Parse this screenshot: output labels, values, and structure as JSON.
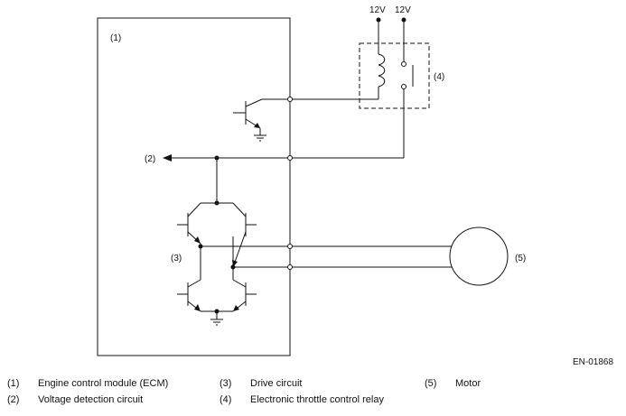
{
  "diagram": {
    "supply_left": "12V",
    "supply_right": "12V",
    "ecm_label": "(1)",
    "output_label": "(2)",
    "drive_label": "(3)",
    "relay_label": "(4)",
    "motor_label": "(5)",
    "figure_code": "EN-01868"
  },
  "legend": [
    {
      "num": "(1)",
      "text": "Engine control module (ECM)"
    },
    {
      "num": "(2)",
      "text": "Voltage detection circuit"
    },
    {
      "num": "(3)",
      "text": "Drive circuit"
    },
    {
      "num": "(4)",
      "text": "Electronic throttle control relay"
    },
    {
      "num": "(5)",
      "text": "Motor"
    }
  ]
}
